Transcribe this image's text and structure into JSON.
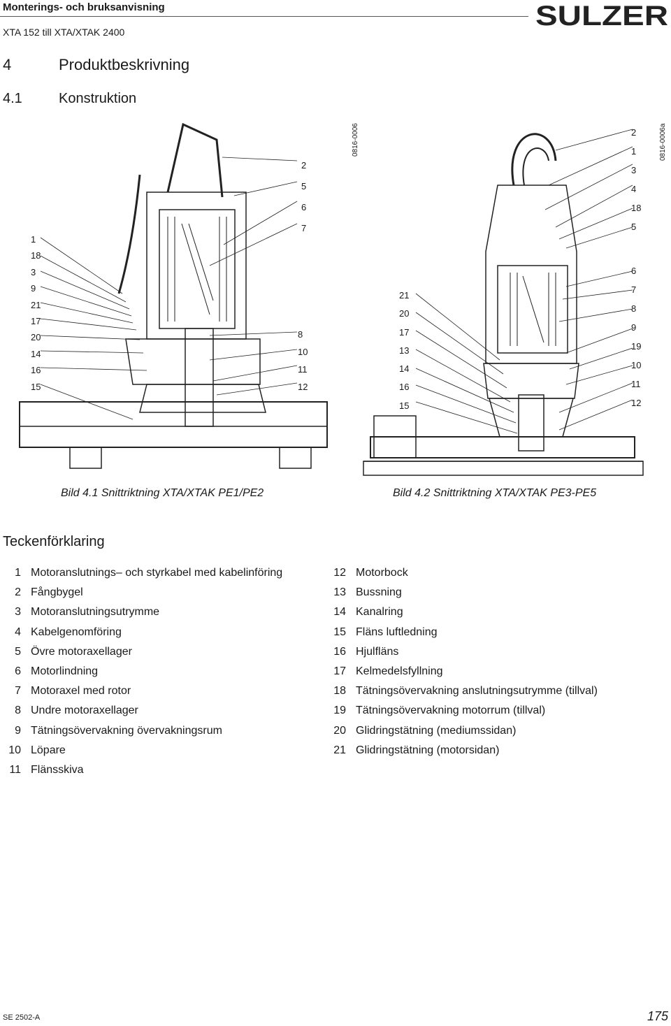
{
  "header": {
    "title": "Monterings- och bruksanvisning",
    "subtitle": "XTA 152 till XTA/XTAK 2400",
    "logo": "SULZER"
  },
  "section": {
    "number": "4",
    "title": "Produktbeskrivning"
  },
  "subsection": {
    "number": "4.1",
    "title": "Konstruktion"
  },
  "figures": [
    {
      "code": "0816-0006",
      "caption": "Bild 4.1 Snittriktning XTA/XTAK PE1/PE2",
      "left_labels": [
        "1",
        "18",
        "3",
        "9",
        "21",
        "17",
        "20",
        "14",
        "16",
        "15"
      ],
      "right_labels": [
        "2",
        "5",
        "6",
        "7",
        "8",
        "10",
        "11",
        "12"
      ]
    },
    {
      "code": "0816-0006a",
      "caption": "Bild 4.2 Snittriktning XTA/XTAK PE3-PE5",
      "left_labels": [
        "21",
        "20",
        "17",
        "13",
        "14",
        "16",
        "15"
      ],
      "right_labels": [
        "2",
        "1",
        "3",
        "4",
        "18",
        "5",
        "6",
        "7",
        "8",
        "9",
        "19",
        "10",
        "11",
        "12"
      ]
    }
  ],
  "legend": {
    "title": "Teckenförklaring",
    "left_items": [
      {
        "n": "1",
        "text": "Motoranslutnings– och styrkabel med kabelinföring"
      },
      {
        "n": "2",
        "text": "Fångbygel"
      },
      {
        "n": "3",
        "text": "Motoranslutningsutrymme"
      },
      {
        "n": "4",
        "text": "Kabelgenomföring"
      },
      {
        "n": "5",
        "text": "Övre motoraxellager"
      },
      {
        "n": "6",
        "text": "Motorlindning"
      },
      {
        "n": "7",
        "text": "Motoraxel med rotor"
      },
      {
        "n": "8",
        "text": "Undre motoraxellager"
      },
      {
        "n": "9",
        "text": "Tätningsövervakning övervakningsrum"
      },
      {
        "n": "10",
        "text": "Löpare"
      },
      {
        "n": "11",
        "text": "Flänsskiva"
      }
    ],
    "right_items": [
      {
        "n": "12",
        "text": "Motorbock"
      },
      {
        "n": "13",
        "text": "Bussning"
      },
      {
        "n": "14",
        "text": "Kanalring"
      },
      {
        "n": "15",
        "text": "Fläns luftledning"
      },
      {
        "n": "16",
        "text": "Hjulfläns"
      },
      {
        "n": "17",
        "text": "Kelmedelsfyllning"
      },
      {
        "n": "18",
        "text": "Tätningsövervakning anslutningsutrymme (tillval)"
      },
      {
        "n": "19",
        "text": "Tätningsövervakning motorrum (tillval)"
      },
      {
        "n": "20",
        "text": "Glidringstätning (mediumssidan)"
      },
      {
        "n": "21",
        "text": "Glidringstätning (motorsidan)"
      }
    ]
  },
  "footer": {
    "doc_code": "SE 2502-A",
    "page": "175"
  }
}
